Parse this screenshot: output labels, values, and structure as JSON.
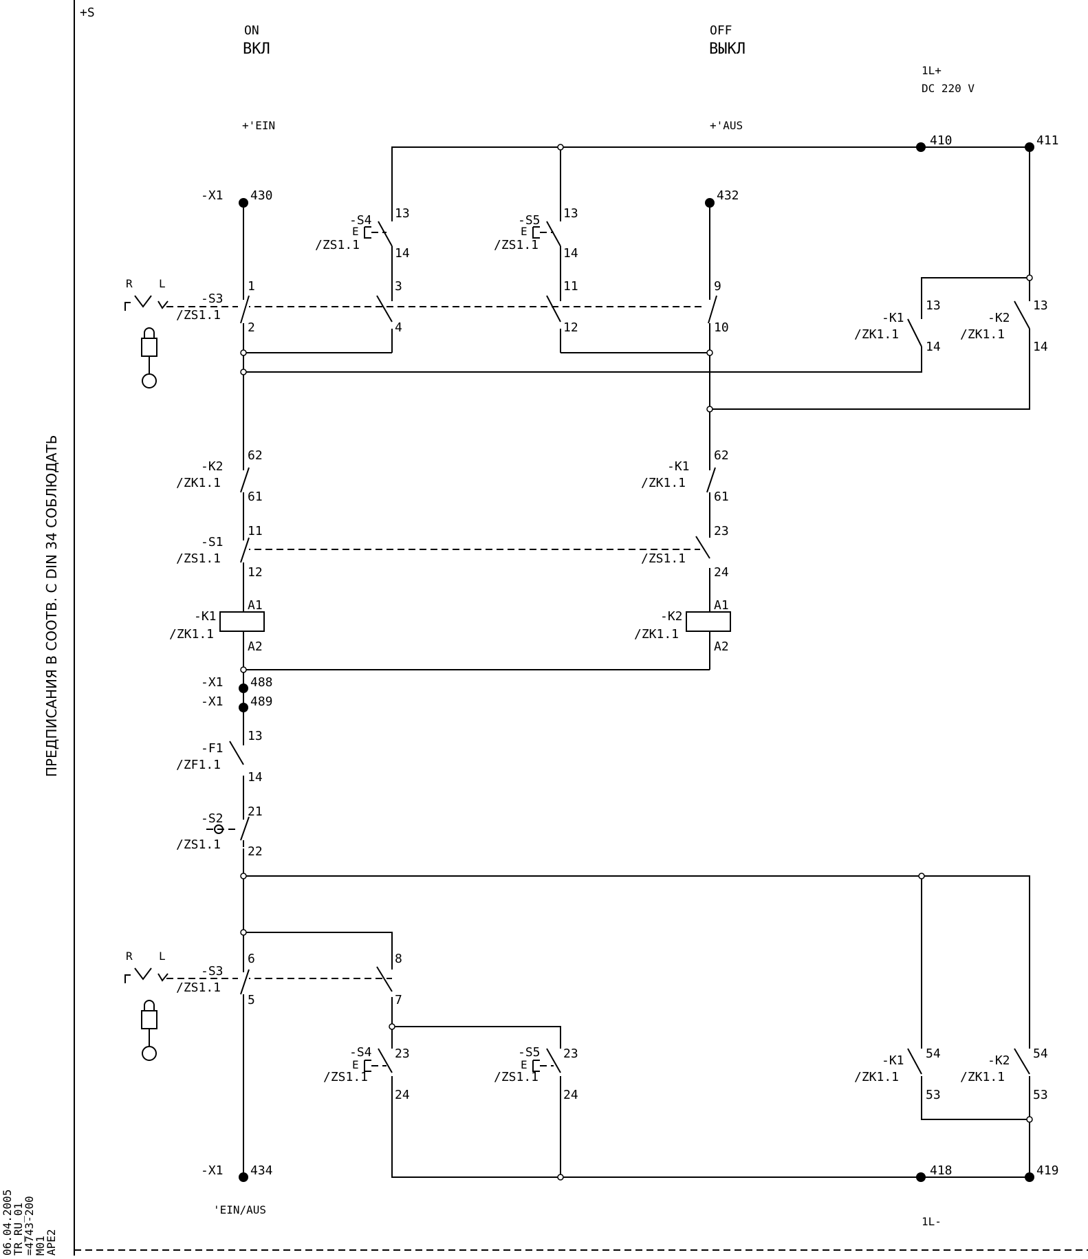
{
  "sheet": {
    "plus_s": "+S",
    "margin_note": "ПРЕДПИСАНИЯ В СООТВ. С  DIN 34 СОБЛЮДАТЬ",
    "meta_lines": [
      "06.04.2005",
      "TR_RU_01",
      "=4743-200",
      "M01",
      "APE2"
    ]
  },
  "header": {
    "on_en": "ON",
    "on_ru": "ВКЛ",
    "off_en": "OFF",
    "off_ru": "ВЫКЛ",
    "supply_pos": "1L+",
    "supply_volt": "DC 220 V",
    "ein": "+'EIN",
    "aus": "+'AUS",
    "ein_aus": "'EIN/AUS",
    "supply_neg": "1L-"
  },
  "terminals": {
    "x1": "-X1",
    "t410": "410",
    "t411": "411",
    "t430": "430",
    "t432": "432",
    "t488": "488",
    "t489": "489",
    "t434": "434",
    "t418": "418",
    "t419": "419"
  },
  "devices": {
    "s1": "-S1",
    "s2": "-S2",
    "s3": "-S3",
    "s4": "-S4",
    "s5": "-S5",
    "k1": "-K1",
    "k2": "-K2",
    "f1": "-F1",
    "zs": "/ZS1.1",
    "zk": "/ZK1.1",
    "zf": "/ZF1.1",
    "r": "R",
    "l": "L",
    "e": "E"
  },
  "pins": {
    "p1": "1",
    "p2": "2",
    "p3": "3",
    "p4": "4",
    "p5": "5",
    "p6": "6",
    "p7": "7",
    "p8": "8",
    "p9": "9",
    "p10": "10",
    "p11": "11",
    "p12": "12",
    "p13": "13",
    "p14": "14",
    "p21": "21",
    "p22": "22",
    "p23": "23",
    "p24": "24",
    "p53": "53",
    "p54": "54",
    "p61": "61",
    "p62": "62",
    "a1": "A1",
    "a2": "A2"
  }
}
